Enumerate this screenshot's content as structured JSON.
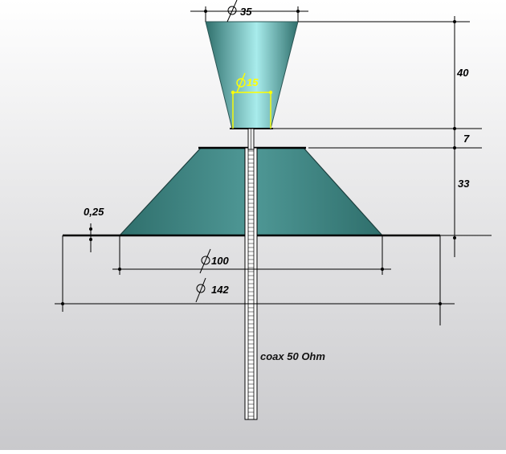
{
  "colors": {
    "background_top": "#ffffff",
    "background_bottom": "#c9c9cc",
    "metal_dark": "#2f6f6c",
    "metal_light": "#a8ecec",
    "dimension_line": "#000000",
    "highlight_dimension": "#ffff00"
  },
  "dimensions": {
    "top_diameter": "35",
    "inner_diameter": "15",
    "cone_height": "40",
    "gap": "7",
    "base_height": "33",
    "ground_thickness": "0,25",
    "base_diameter": "100",
    "ground_diameter": "142"
  },
  "labels": {
    "coax": "coax 50 Ohm"
  }
}
